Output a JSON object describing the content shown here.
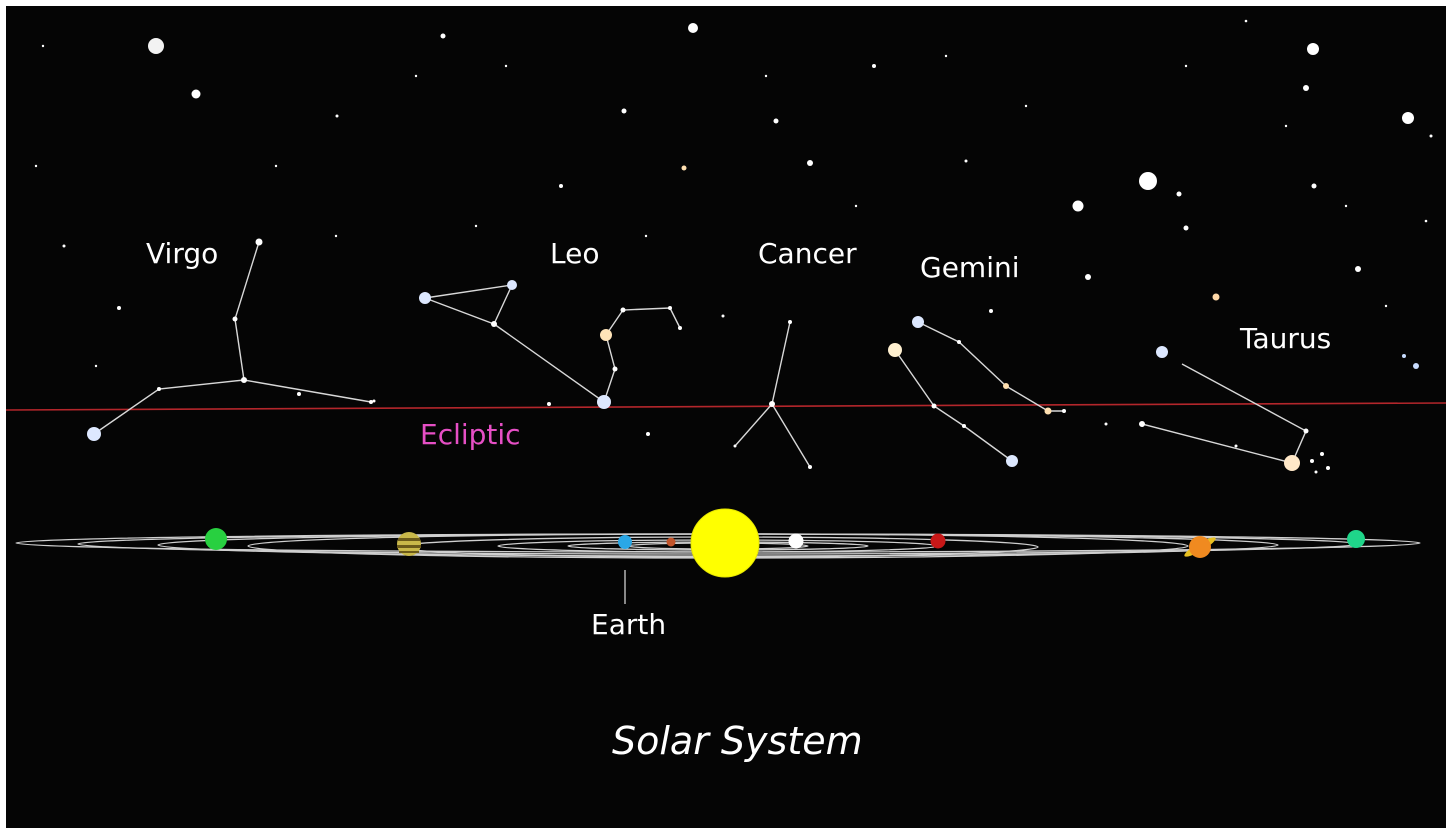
{
  "constellations": {
    "virgo": "Virgo",
    "leo": "Leo",
    "cancer": "Cancer",
    "gemini": "Gemini",
    "taurus": "Taurus"
  },
  "ecliptic_label": "Ecliptic",
  "earth_label": "Earth",
  "caption": "Solar System",
  "colors": {
    "sky": "#050505",
    "ecliptic_line": "#b3262b",
    "ecliptic_text": "#e64fc5",
    "sun": "#ffff00",
    "earth": "#2aa7e6",
    "orbit": "#cfcfcf",
    "constellation_lines": "#d8d8d8"
  },
  "icons": {
    "sun": "sun-icon",
    "planets": [
      "mercury-icon",
      "venus-icon",
      "earth-icon",
      "mars-icon",
      "jupiter-icon",
      "saturn-icon",
      "uranus-icon",
      "neptune-icon"
    ]
  }
}
